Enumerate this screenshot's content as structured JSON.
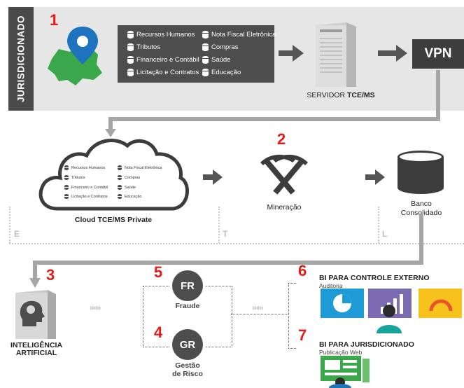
{
  "top": {
    "vertical_label": "JURISDICIONADO",
    "step1": "1",
    "modules_left": [
      "Recursos Humanos",
      "Tributos",
      "Financeiro e Contábil",
      "Licitação e Contratos"
    ],
    "modules_right": [
      "Nota Fiscal Eletrônica",
      "Compras",
      "Saúde",
      "Educação"
    ],
    "server_label_prefix": "SERVIDOR ",
    "server_label_bold": "TCE/MS",
    "vpn": "VPN"
  },
  "middle": {
    "cloud_label": "Cloud TCE/MS Private",
    "step2": "2",
    "mining_label": "Mineração",
    "bank_label_line1": "Banco",
    "bank_label_line2": "Consolidado",
    "etl": [
      "E",
      "T",
      "L"
    ]
  },
  "bottom": {
    "step3": "3",
    "ai_label_line1": "INTELIGÊNCIA",
    "ai_label_line2": "ARTIFICIAL",
    "step5": "5",
    "fr": "FR",
    "fr_label": "Fraude",
    "step4": "4",
    "gr": "GR",
    "gr_label_line1": "Gestão",
    "gr_label_line2": "de Risco",
    "chevrons": "»»»",
    "step6": "6",
    "bi1_title": "BI PARA CONTROLE EXTERNO",
    "bi1_sub": "Auditoria",
    "step7": "7",
    "bi2_title": "BI PARA JURISDICIONADO",
    "bi2_sub": "Publicação Web"
  },
  "colors": {
    "accent_red": "#e41b17",
    "tile_blue": "#1e9ad6",
    "tile_purple": "#7b6bb0",
    "tile_yellow": "#f7c21c",
    "map_green": "#3aa84a",
    "pin_blue": "#1e73be",
    "person_teal": "#1aa39a",
    "dark_gray": "#4d4d4d"
  },
  "icons": [
    "map-pin-icon",
    "database-icon",
    "server-icon",
    "cloud-icon",
    "pickaxe-icon",
    "database-cylinder-icon",
    "brain-head-icon",
    "pie-chart-icon",
    "bar-chart-icon",
    "gauge-icon",
    "user-icon",
    "monitor-icon"
  ]
}
